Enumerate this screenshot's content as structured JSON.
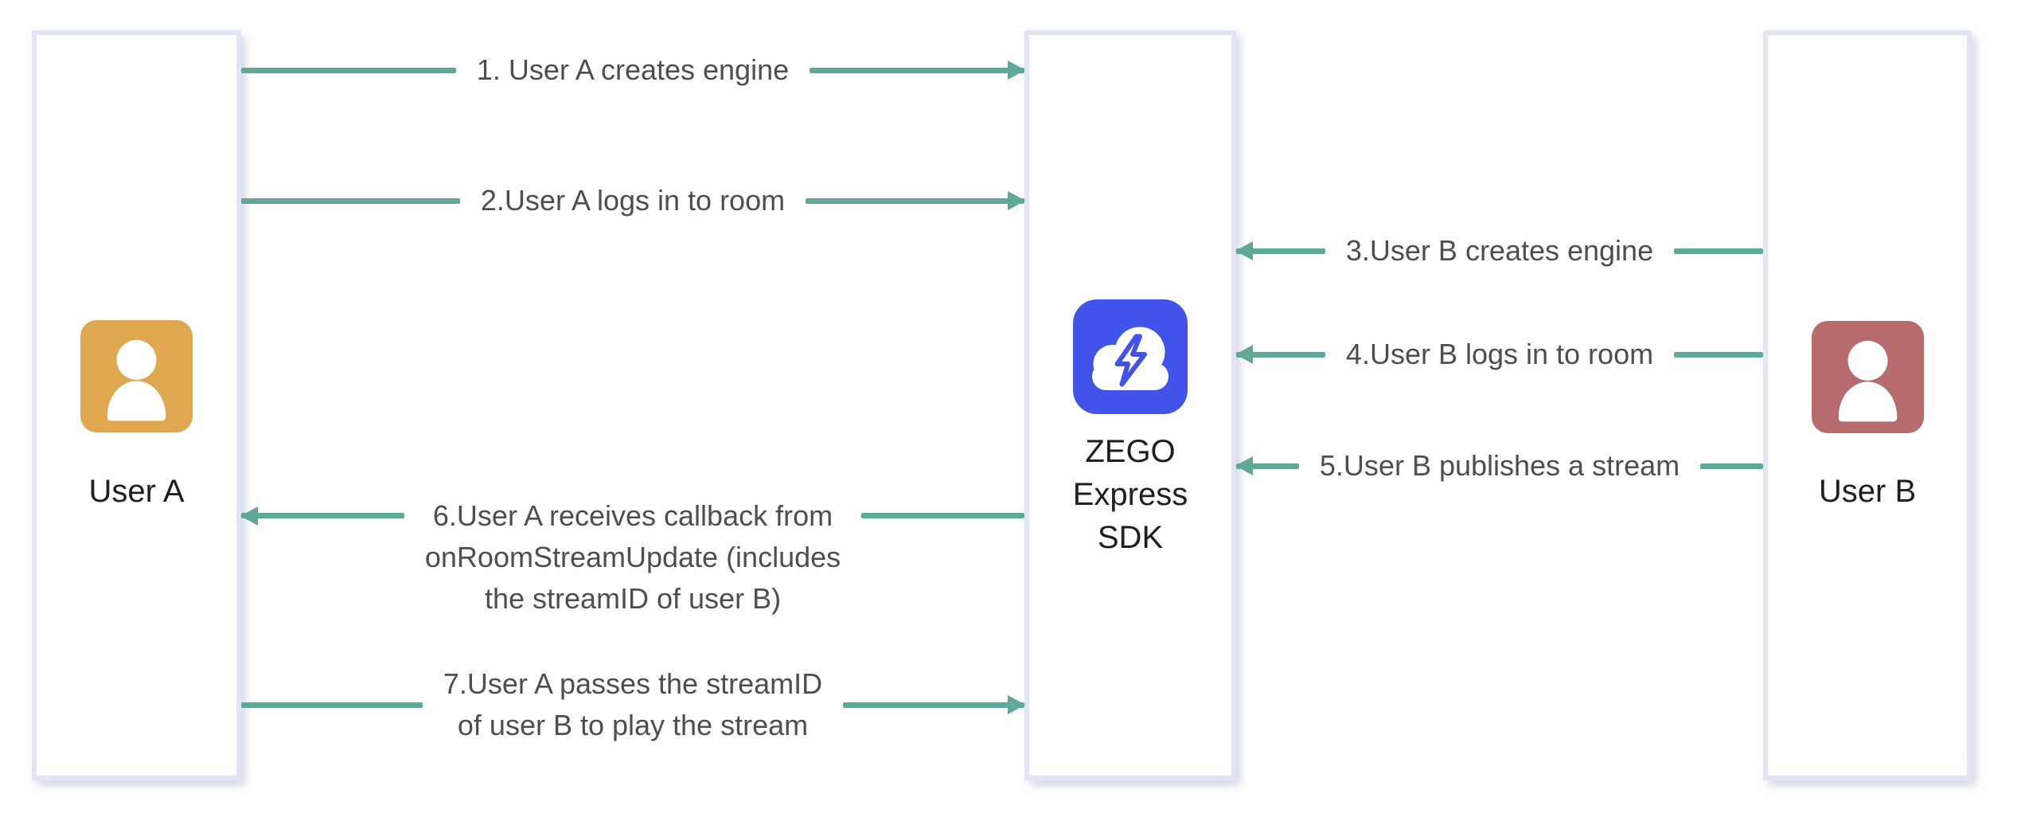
{
  "diagram": {
    "entities": {
      "user_a": {
        "label": "User A",
        "icon": "person-icon"
      },
      "sdk": {
        "label": "ZEGO\nExpress\nSDK",
        "icon": "cloud-lightning-icon"
      },
      "user_b": {
        "label": "User B",
        "icon": "person-icon"
      }
    },
    "messages": [
      {
        "step": 1,
        "label": "1. User A creates engine",
        "direction": "right"
      },
      {
        "step": 2,
        "label": "2.User A logs in to room",
        "direction": "right"
      },
      {
        "step": 3,
        "label": "3.User B creates engine",
        "direction": "left"
      },
      {
        "step": 4,
        "label": "4.User B logs in to room",
        "direction": "left"
      },
      {
        "step": 5,
        "label": "5.User B publishes a stream",
        "direction": "left"
      },
      {
        "step": 6,
        "label": "6.User A receives callback from\nonRoomStreamUpdate (includes\nthe streamID of user B)",
        "direction": "left"
      },
      {
        "step": 7,
        "label": "7.User A passes the streamID\nof user B to play the stream",
        "direction": "right"
      }
    ],
    "colors": {
      "arrow": "#5FA796",
      "box_border": "#DFE4F6",
      "label_text": "#4E4E4E",
      "entity_text": "#1F1F1F",
      "user_a_icon": "#DFA74F",
      "sdk_icon": "#4253E9",
      "user_b_icon": "#B76B6D"
    }
  }
}
